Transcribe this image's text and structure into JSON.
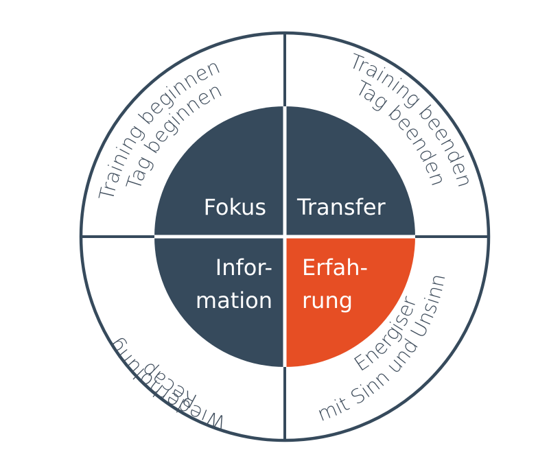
{
  "colors": {
    "dark": "#364a5c",
    "accent": "#e64e24",
    "stroke": "#364a5c",
    "outer_text": "#3f4d5c",
    "inner_text": "#ffffff"
  },
  "inner": {
    "fokus": "Fokus",
    "transfer": "Transfer",
    "information_line1": "Infor-",
    "information_line2": "mation",
    "erfahrung_line1": "Erfah-",
    "erfahrung_line2": "rung"
  },
  "outer": {
    "top_left_line1": "Training beginnen",
    "top_left_line2": "Tag beginnen",
    "top_right_line1": "Training beenden",
    "top_right_line2": "Tag beenden",
    "bottom_left_line1": "Recap",
    "bottom_left_line2": "Wiederholung",
    "bottom_right_line1": "Energiser",
    "bottom_right_line2": "mit Sinn und Unsinn"
  }
}
